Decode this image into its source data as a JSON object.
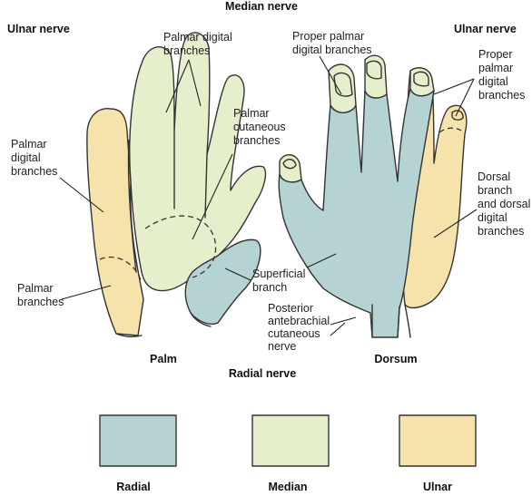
{
  "colors": {
    "radial": "#b5d3d2",
    "median": "#e6efcb",
    "ulnar": "#f6e3ac",
    "outline": "#333333"
  },
  "headers": {
    "median_nerve": "Median nerve",
    "ulnar_nerve_left": "Ulnar nerve",
    "ulnar_nerve_right": "Ulnar nerve",
    "palm": "Palm",
    "dorsum": "Dorsum",
    "radial_nerve": "Radial nerve"
  },
  "palm_labels": {
    "palmar_digital_branches_top": [
      "Palmar digital",
      "branches"
    ],
    "palmar_cutaneous_branches": [
      "Palmar",
      "cutaneous",
      "branches"
    ],
    "palmar_digital_branches_left": [
      "Palmar",
      "digital",
      "branches"
    ],
    "palmar_branches": [
      "Palmar",
      "branches"
    ],
    "superficial_branch": [
      "Superficial",
      "branch"
    ]
  },
  "dorsum_labels": {
    "proper_palmar_digital_branches_mid": [
      "Proper palmar",
      "digital branches"
    ],
    "proper_palmar_digital_branches_right": [
      "Proper",
      "palmar",
      "digital",
      "branches"
    ],
    "dorsal_branch": [
      "Dorsal",
      "branch",
      "and dorsal",
      "digital",
      "branches"
    ],
    "posterior_antebrachial": [
      "Posterior",
      "antebrachial",
      "cutaneous",
      "nerve"
    ]
  },
  "legend": [
    {
      "label": "Radial",
      "color_key": "radial"
    },
    {
      "label": "Median",
      "color_key": "median"
    },
    {
      "label": "Ulnar",
      "color_key": "ulnar"
    }
  ]
}
